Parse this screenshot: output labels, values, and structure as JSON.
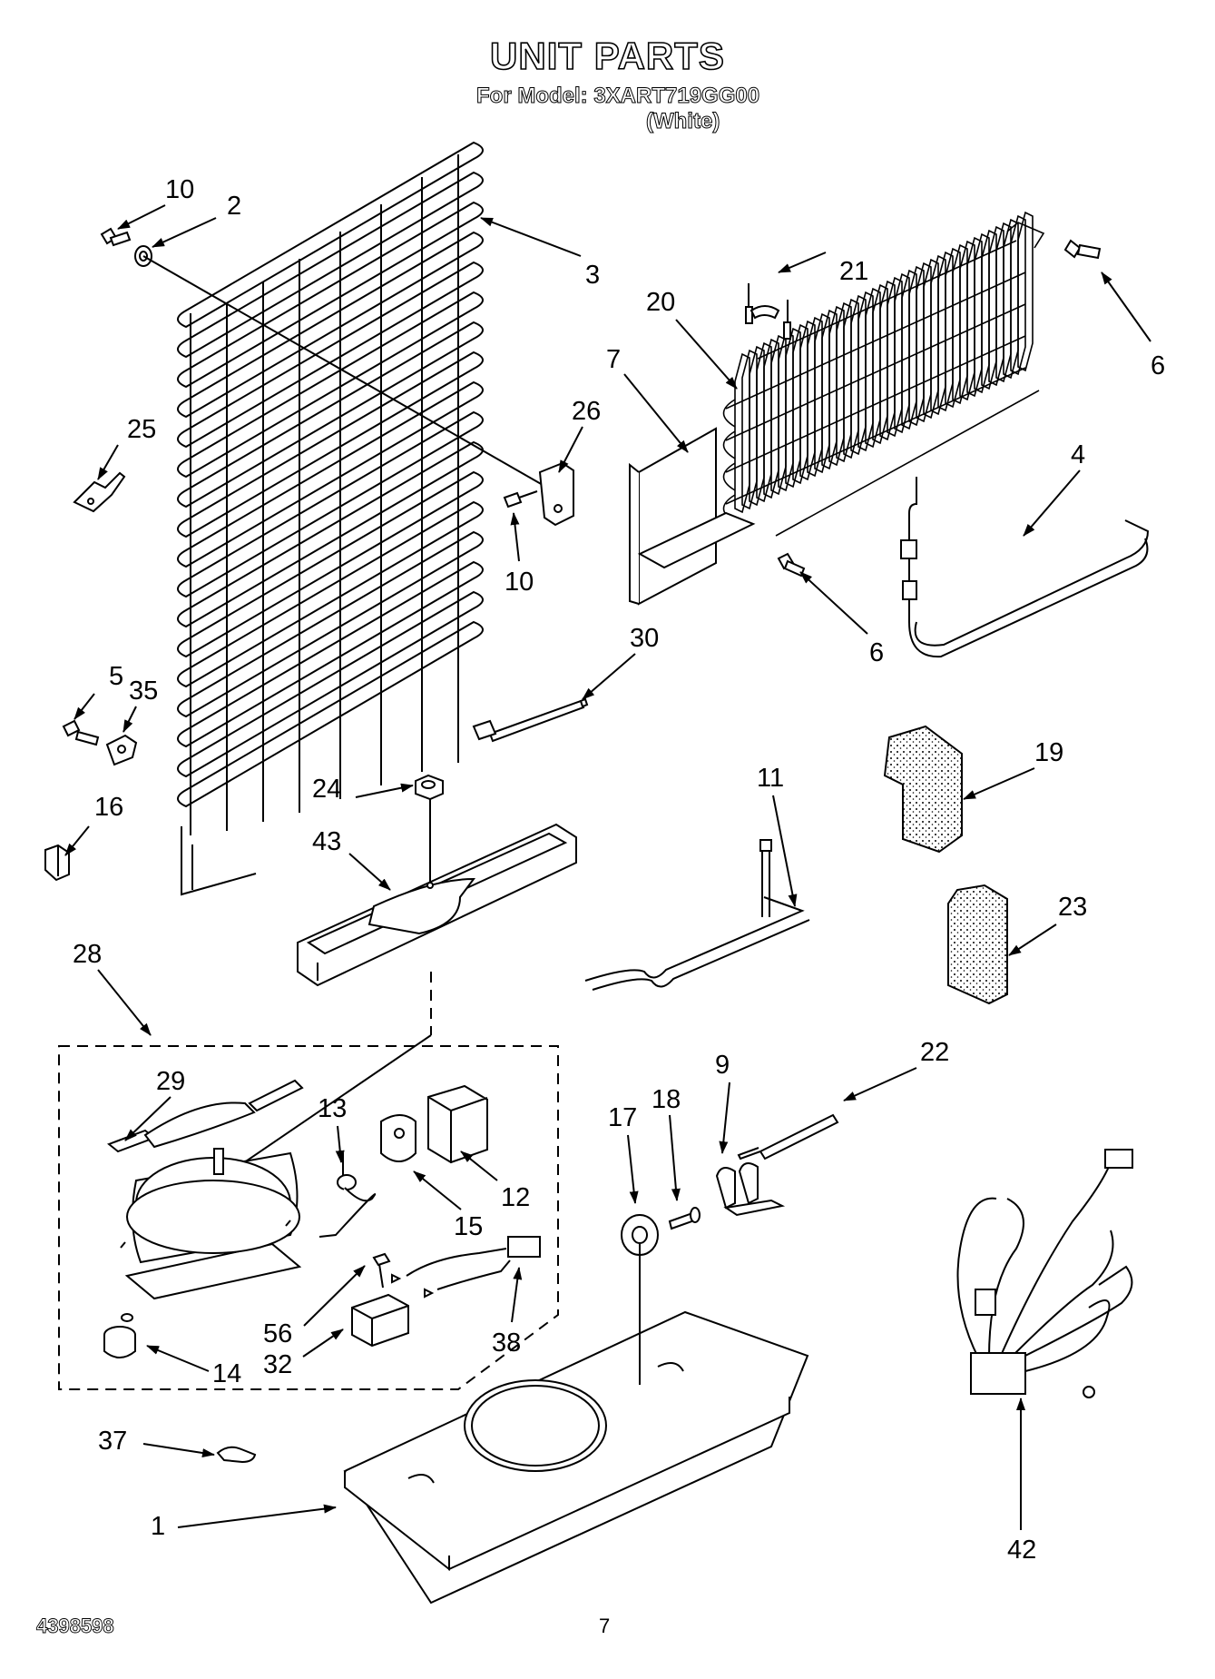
{
  "title": "UNIT PARTS",
  "model_line": "For Model: 3XART719GG00",
  "color_line": "(White)",
  "doc_number": "4398598",
  "page_number": "7",
  "callouts": {
    "c1": "1",
    "c2": "2",
    "c3": "3",
    "c4": "4",
    "c5": "5",
    "c6a": "6",
    "c6b": "6",
    "c7": "7",
    "c9": "9",
    "c10a": "10",
    "c10b": "10",
    "c11": "11",
    "c12": "12",
    "c13": "13",
    "c14": "14",
    "c15": "15",
    "c16": "16",
    "c17": "17",
    "c18": "18",
    "c19": "19",
    "c20": "20",
    "c21": "21",
    "c22": "22",
    "c23": "23",
    "c24": "24",
    "c25": "25",
    "c26": "26",
    "c28": "28",
    "c29": "29",
    "c30": "30",
    "c32": "32",
    "c35": "35",
    "c37": "37",
    "c38": "38",
    "c42": "42",
    "c43": "43",
    "c56": "56"
  }
}
